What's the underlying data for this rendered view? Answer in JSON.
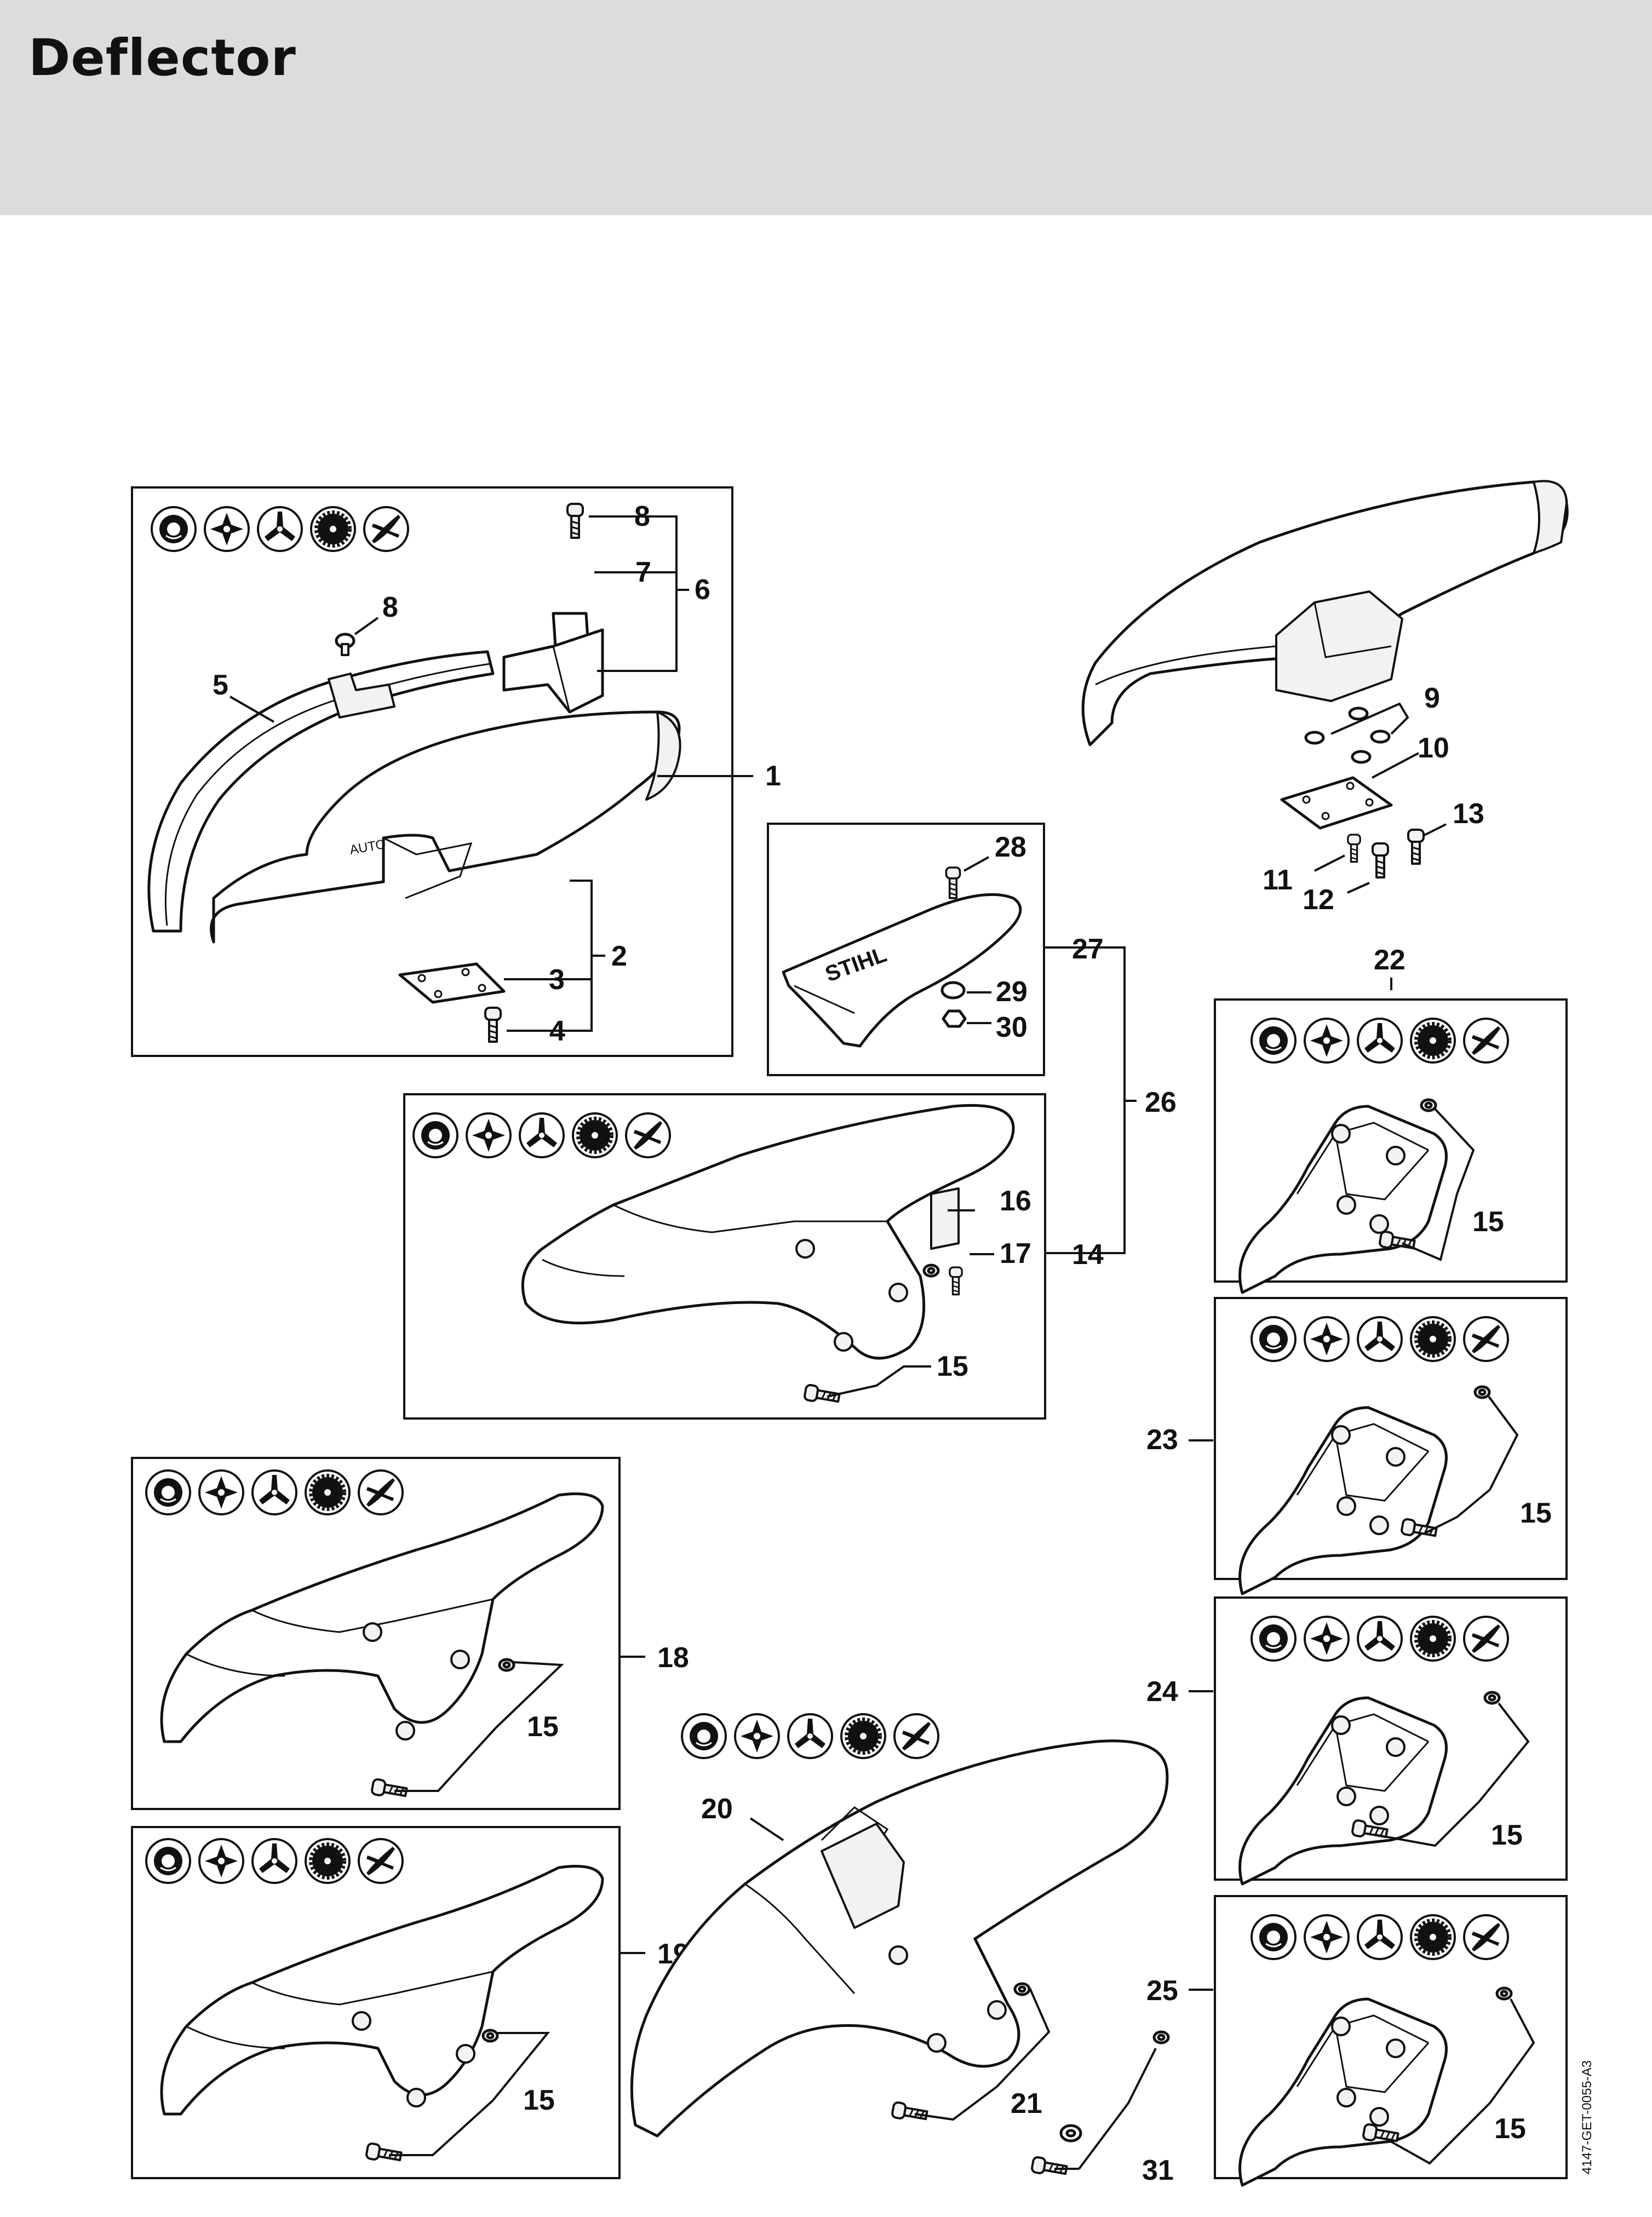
{
  "header": {
    "title": "Deflector"
  },
  "labels": {
    "p1": "1",
    "p2": "2",
    "p3": "3",
    "p4": "4",
    "p5": "5",
    "p6": "6",
    "p7": "7",
    "p8": "8",
    "p9": "9",
    "p10": "10",
    "p11": "11",
    "p12": "12",
    "p13": "13",
    "p14": "14",
    "p15": "15",
    "p16": "16",
    "p17": "17",
    "p18": "18",
    "p19": "19",
    "p20": "20",
    "p21": "21",
    "p22": "22",
    "p23": "23",
    "p24": "24",
    "p25": "25",
    "p26": "26",
    "p27": "27",
    "p28": "28",
    "p29": "29",
    "p30": "30",
    "p31": "31"
  },
  "figure_code": "4147-GET-0055-A3",
  "icon_types": [
    "mowing-head-icon",
    "grass-blade-4-icon",
    "grass-cutting-blade-3-icon",
    "circular-saw-blade-icon",
    "brush-knife-icon"
  ]
}
